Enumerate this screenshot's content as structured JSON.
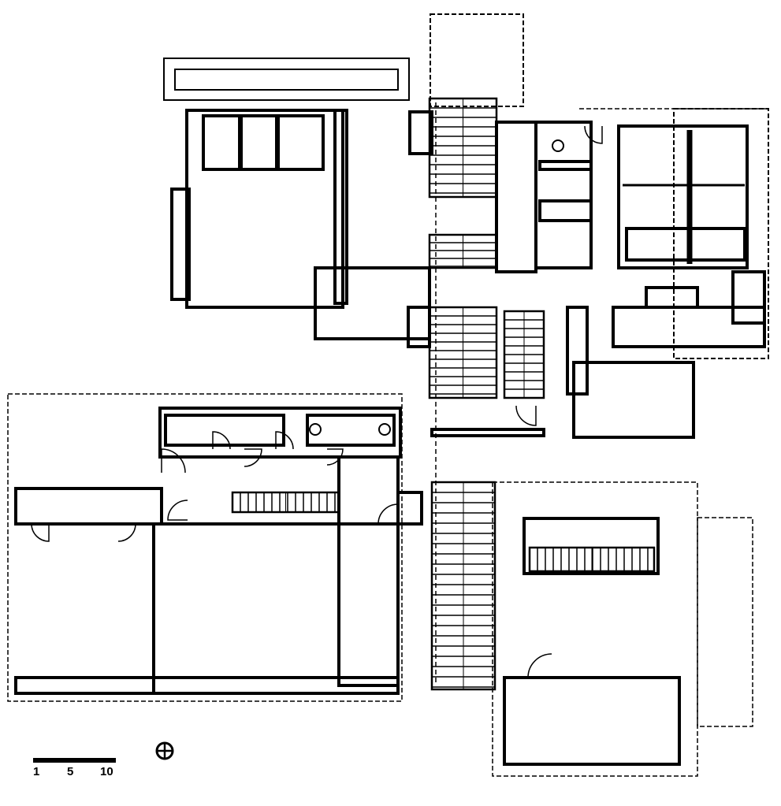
{
  "drawing": {
    "type": "architectural floor plan",
    "ink_color": "#000000",
    "paper_color": "#ffffff"
  },
  "scale_bar": {
    "labels": [
      "1",
      "5",
      "10"
    ]
  },
  "north_symbol": "north-arrow-icon"
}
